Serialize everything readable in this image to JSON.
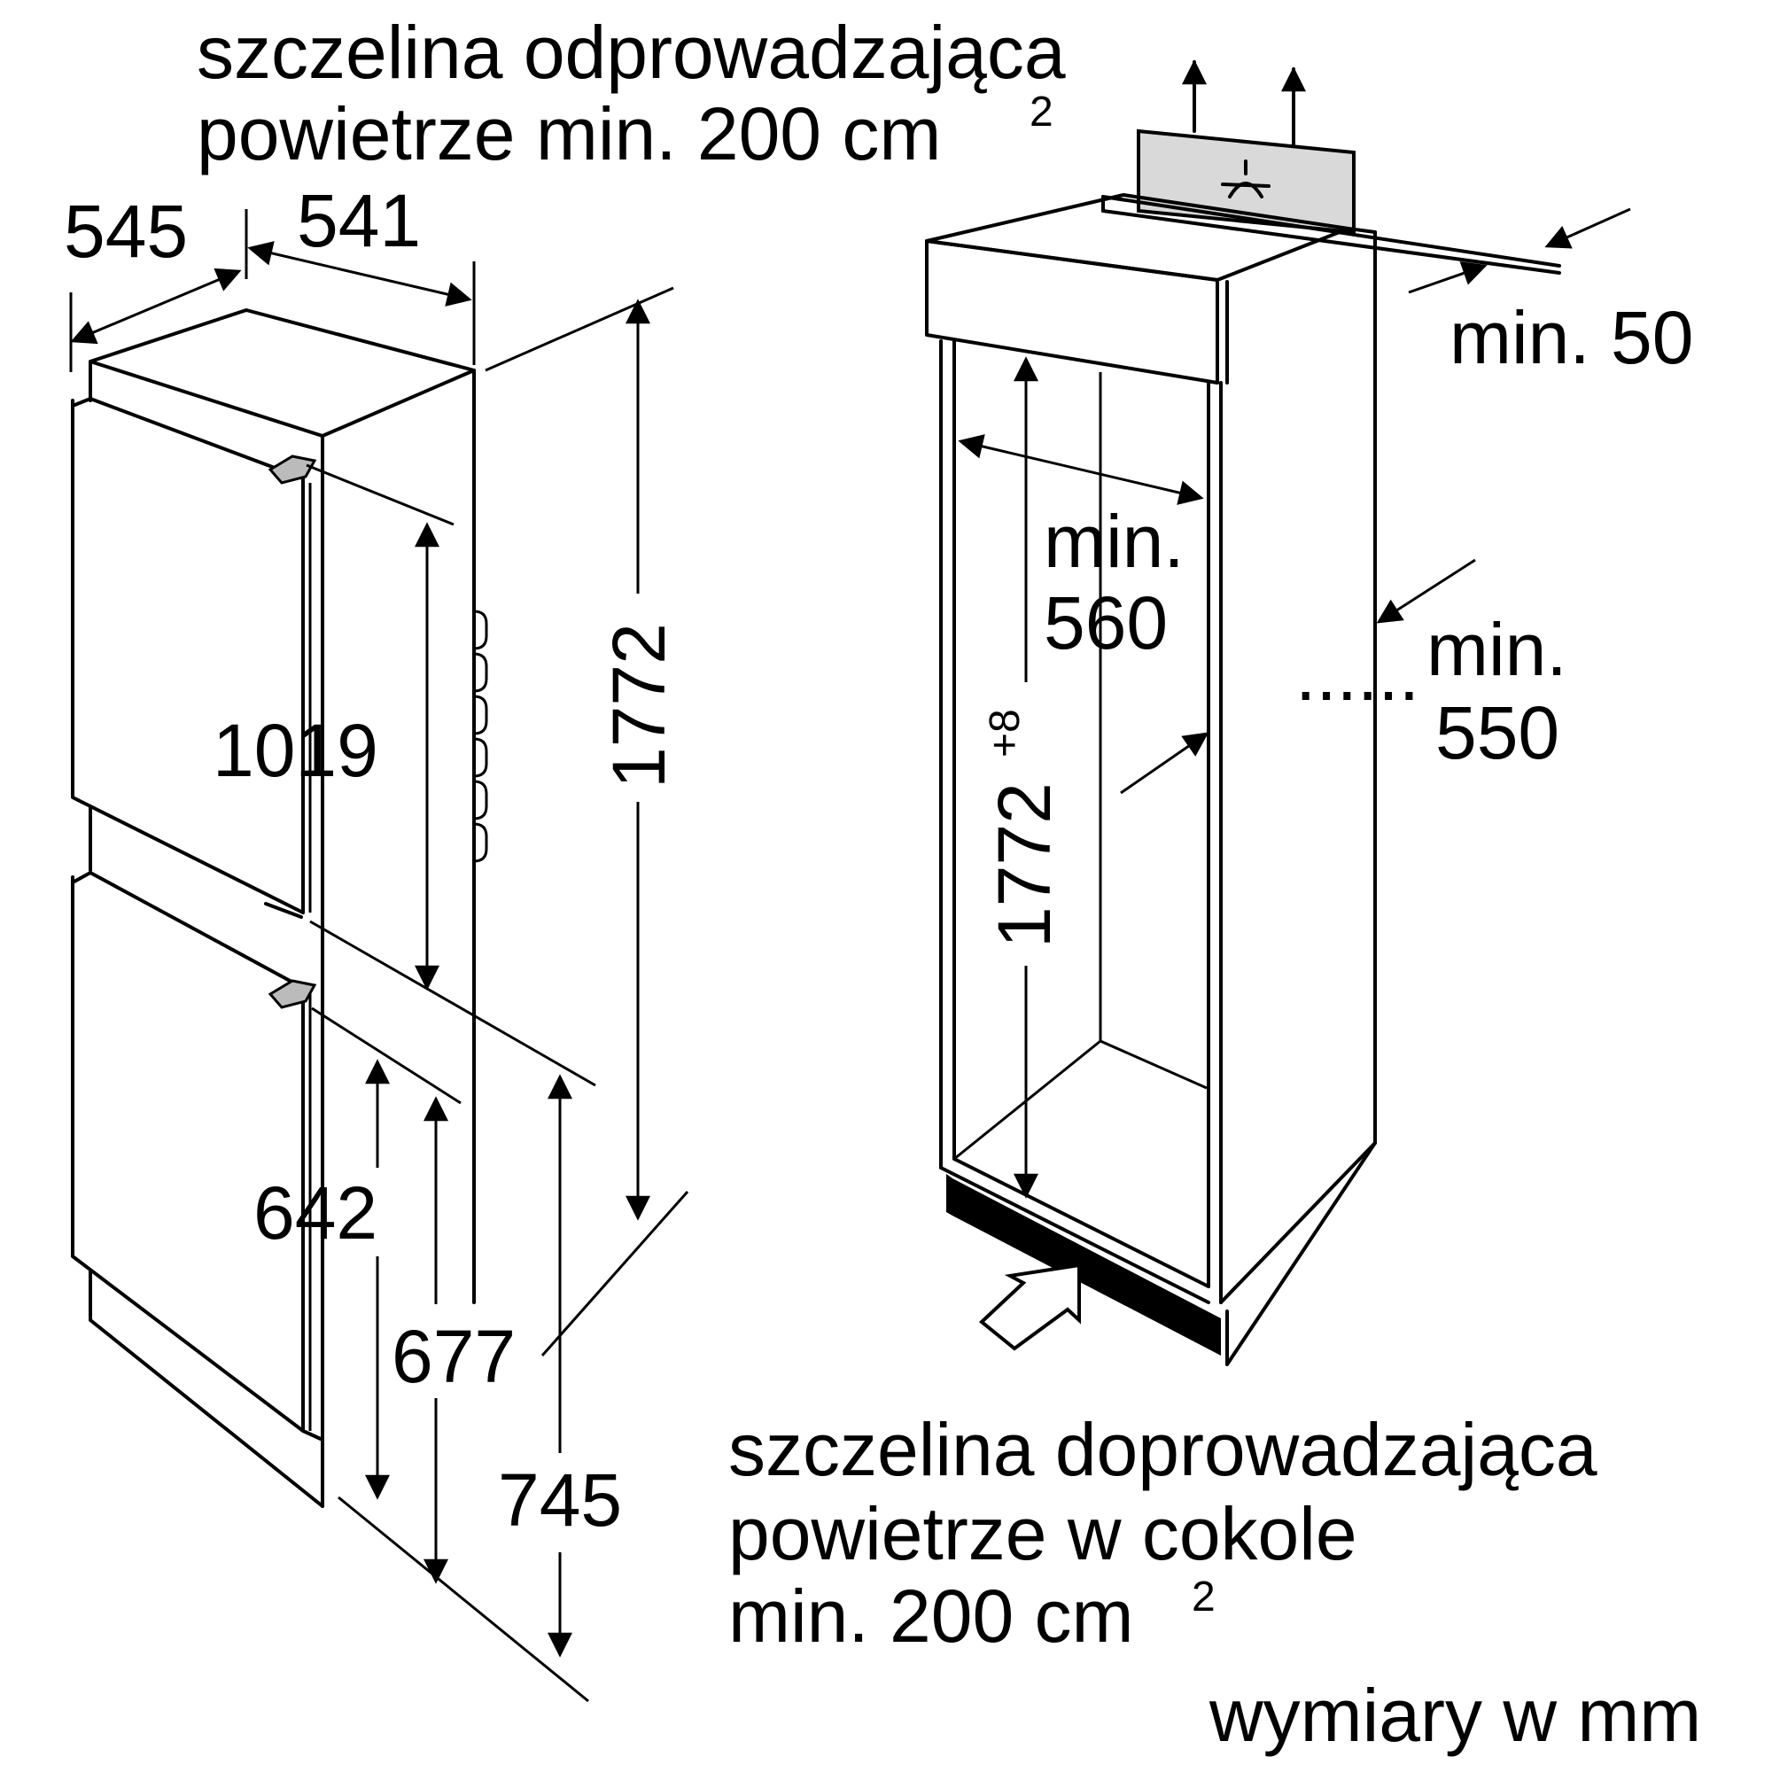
{
  "labels": {
    "exhaust_line1": "szczelina odprowadzająca",
    "exhaust_line2": "powietrze min. 200 cm",
    "exhaust_sup": "2",
    "intake_line1": "szczelina doprowadzająca",
    "intake_line2": "powietrze w cokole",
    "intake_line3": "min. 200 cm",
    "intake_sup": "2",
    "units": "wymiary w mm"
  },
  "dimensions": {
    "depth_total": "545",
    "depth_body": "541",
    "height_total": "1772",
    "fridge_door_height": "1019",
    "freezer_door_height": "642",
    "freezer_section": "677",
    "freezer_total": "745",
    "niche_height": "1772",
    "niche_height_tolerance": "+8",
    "niche_depth_min_label": "min.",
    "niche_depth_min_value": "560",
    "niche_width_min_label": "min.",
    "niche_width_min_value": "550",
    "vent_gap_min": "min. 50",
    "dots": "......"
  }
}
